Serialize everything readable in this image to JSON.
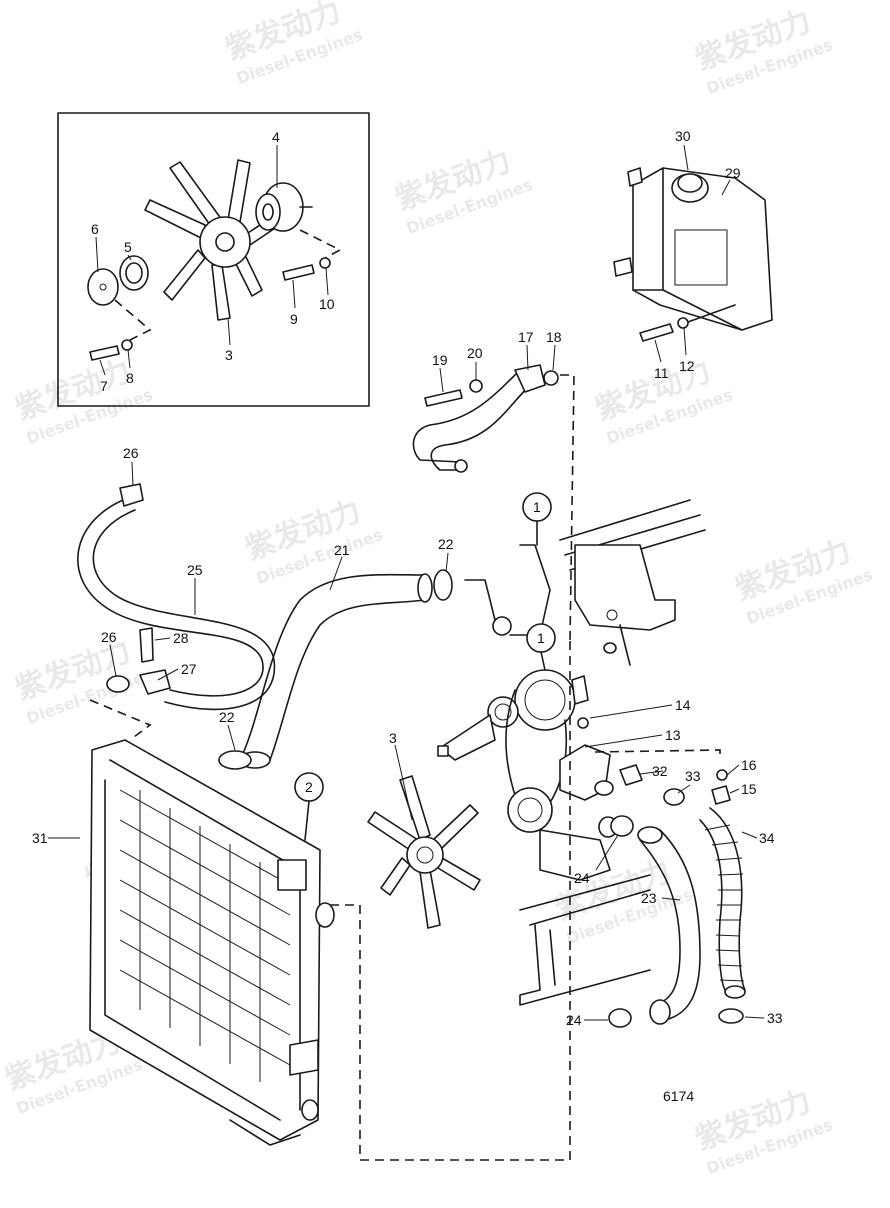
{
  "watermark": {
    "brand_cn": "紫发动力",
    "brand_en": "Diesel-Engines"
  },
  "figure_number": "6174",
  "callouts": [
    {
      "id": "c1",
      "text": "4"
    },
    {
      "id": "c2",
      "text": "6"
    },
    {
      "id": "c3",
      "text": "5"
    },
    {
      "id": "c4",
      "text": "3"
    },
    {
      "id": "c5",
      "text": "9"
    },
    {
      "id": "c6",
      "text": "10"
    },
    {
      "id": "c7",
      "text": "7"
    },
    {
      "id": "c8",
      "text": "8"
    },
    {
      "id": "c9",
      "text": "30"
    },
    {
      "id": "c10",
      "text": "29"
    },
    {
      "id": "c11",
      "text": "11"
    },
    {
      "id": "c12",
      "text": "12"
    },
    {
      "id": "c13",
      "text": "19"
    },
    {
      "id": "c14",
      "text": "20"
    },
    {
      "id": "c15",
      "text": "17"
    },
    {
      "id": "c16",
      "text": "18"
    },
    {
      "id": "c17",
      "text": "26"
    },
    {
      "id": "c18",
      "text": "25"
    },
    {
      "id": "c19",
      "text": "21"
    },
    {
      "id": "c20",
      "text": "22"
    },
    {
      "id": "c21",
      "text": "1"
    },
    {
      "id": "c22",
      "text": "26"
    },
    {
      "id": "c23",
      "text": "28"
    },
    {
      "id": "c24",
      "text": "27"
    },
    {
      "id": "c25",
      "text": "1"
    },
    {
      "id": "c26",
      "text": "14"
    },
    {
      "id": "c27",
      "text": "13"
    },
    {
      "id": "c28",
      "text": "22"
    },
    {
      "id": "c29",
      "text": "3"
    },
    {
      "id": "c30",
      "text": "32"
    },
    {
      "id": "c31",
      "text": "33"
    },
    {
      "id": "c32",
      "text": "16"
    },
    {
      "id": "c33",
      "text": "15"
    },
    {
      "id": "c34",
      "text": "2"
    },
    {
      "id": "c35",
      "text": "31"
    },
    {
      "id": "c36",
      "text": "34"
    },
    {
      "id": "c37",
      "text": "24"
    },
    {
      "id": "c38",
      "text": "23"
    },
    {
      "id": "c39",
      "text": "24"
    },
    {
      "id": "c40",
      "text": "33"
    }
  ]
}
